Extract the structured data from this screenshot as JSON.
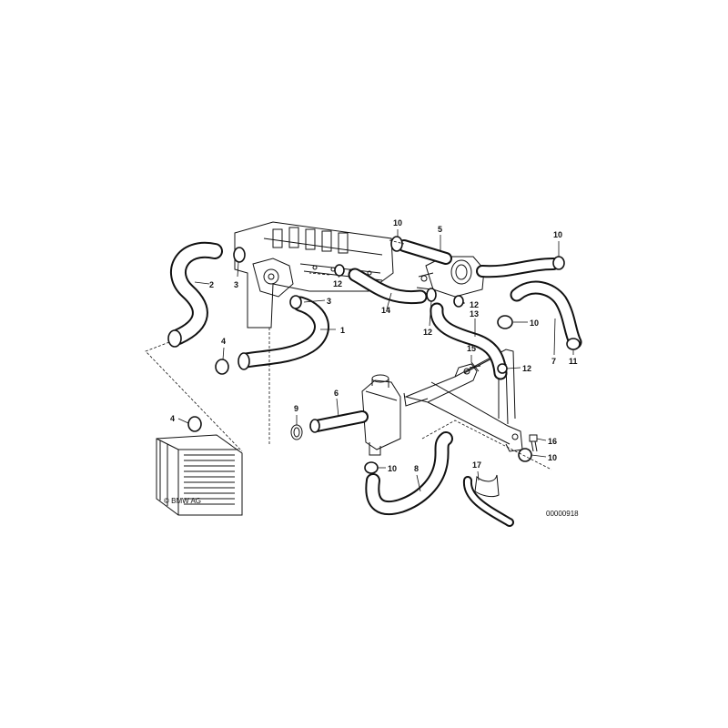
{
  "copyright": "© BMW AG",
  "drawing_number": "00000918",
  "callouts": [
    {
      "id": "1",
      "label": "1",
      "part": "hose"
    },
    {
      "id": "2",
      "label": "2",
      "part": "hose"
    },
    {
      "id": "3a",
      "label": "3",
      "part": "hose-clamp"
    },
    {
      "id": "3b",
      "label": "3",
      "part": "hose-clamp"
    },
    {
      "id": "4a",
      "label": "4",
      "part": "hose-clamp"
    },
    {
      "id": "4b",
      "label": "4",
      "part": "hose-clamp"
    },
    {
      "id": "5",
      "label": "5",
      "part": "water-pipe"
    },
    {
      "id": "6",
      "label": "6",
      "part": "hose"
    },
    {
      "id": "7",
      "label": "7",
      "part": "hose"
    },
    {
      "id": "8",
      "label": "8",
      "part": "hose"
    },
    {
      "id": "9",
      "label": "9",
      "part": "gasket-ring"
    },
    {
      "id": "10a",
      "label": "10",
      "part": "hose-clamp"
    },
    {
      "id": "10b",
      "label": "10",
      "part": "hose-clamp"
    },
    {
      "id": "10c",
      "label": "10",
      "part": "hose-clamp"
    },
    {
      "id": "10d",
      "label": "10",
      "part": "hose-clamp"
    },
    {
      "id": "10e",
      "label": "10",
      "part": "hose-clamp"
    },
    {
      "id": "11",
      "label": "11",
      "part": "hose-clamp"
    },
    {
      "id": "12a",
      "label": "12",
      "part": "hose-clamp"
    },
    {
      "id": "12b",
      "label": "12",
      "part": "hose-clamp"
    },
    {
      "id": "12c",
      "label": "12",
      "part": "hose-clamp"
    },
    {
      "id": "12d",
      "label": "12",
      "part": "hose-clamp"
    },
    {
      "id": "13",
      "label": "13",
      "part": "hose"
    },
    {
      "id": "14",
      "label": "14",
      "part": "hose"
    },
    {
      "id": "15",
      "label": "15",
      "part": "bolt"
    },
    {
      "id": "16",
      "label": "16",
      "part": "bolt"
    },
    {
      "id": "17",
      "label": "17",
      "part": "bracket"
    }
  ]
}
